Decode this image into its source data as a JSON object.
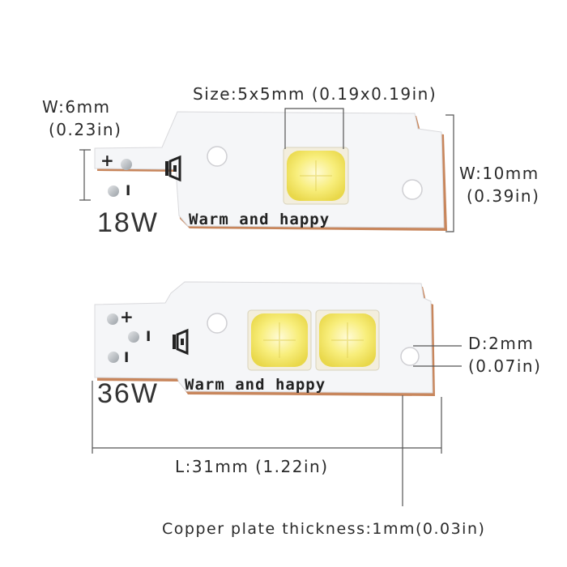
{
  "labels": {
    "size": "Size:5x5mm (0.19x0.19in)",
    "width_small_mm": "W:6mm",
    "width_small_in": "(0.23in)",
    "width_large_mm": "W:10mm",
    "width_large_in": "(0.39in)",
    "hole_mm": "D:2mm",
    "hole_in": "(0.07in)",
    "length": "L:31mm (1.22in)",
    "thickness": "Copper plate thickness:1mm(0.03in)"
  },
  "boards": [
    {
      "wattage": "18W",
      "brand_text": "Warm and happy",
      "plus": "+",
      "minus": "I"
    },
    {
      "wattage": "36W",
      "brand_text": "Warm and happy",
      "plus": "+",
      "minus1": "I",
      "minus2": "I"
    }
  ],
  "colors": {
    "pcb_white": "#f5f6f8",
    "copper_edge": "#c8865c",
    "led_yellow": "#f7ec72",
    "line": "#555555"
  }
}
